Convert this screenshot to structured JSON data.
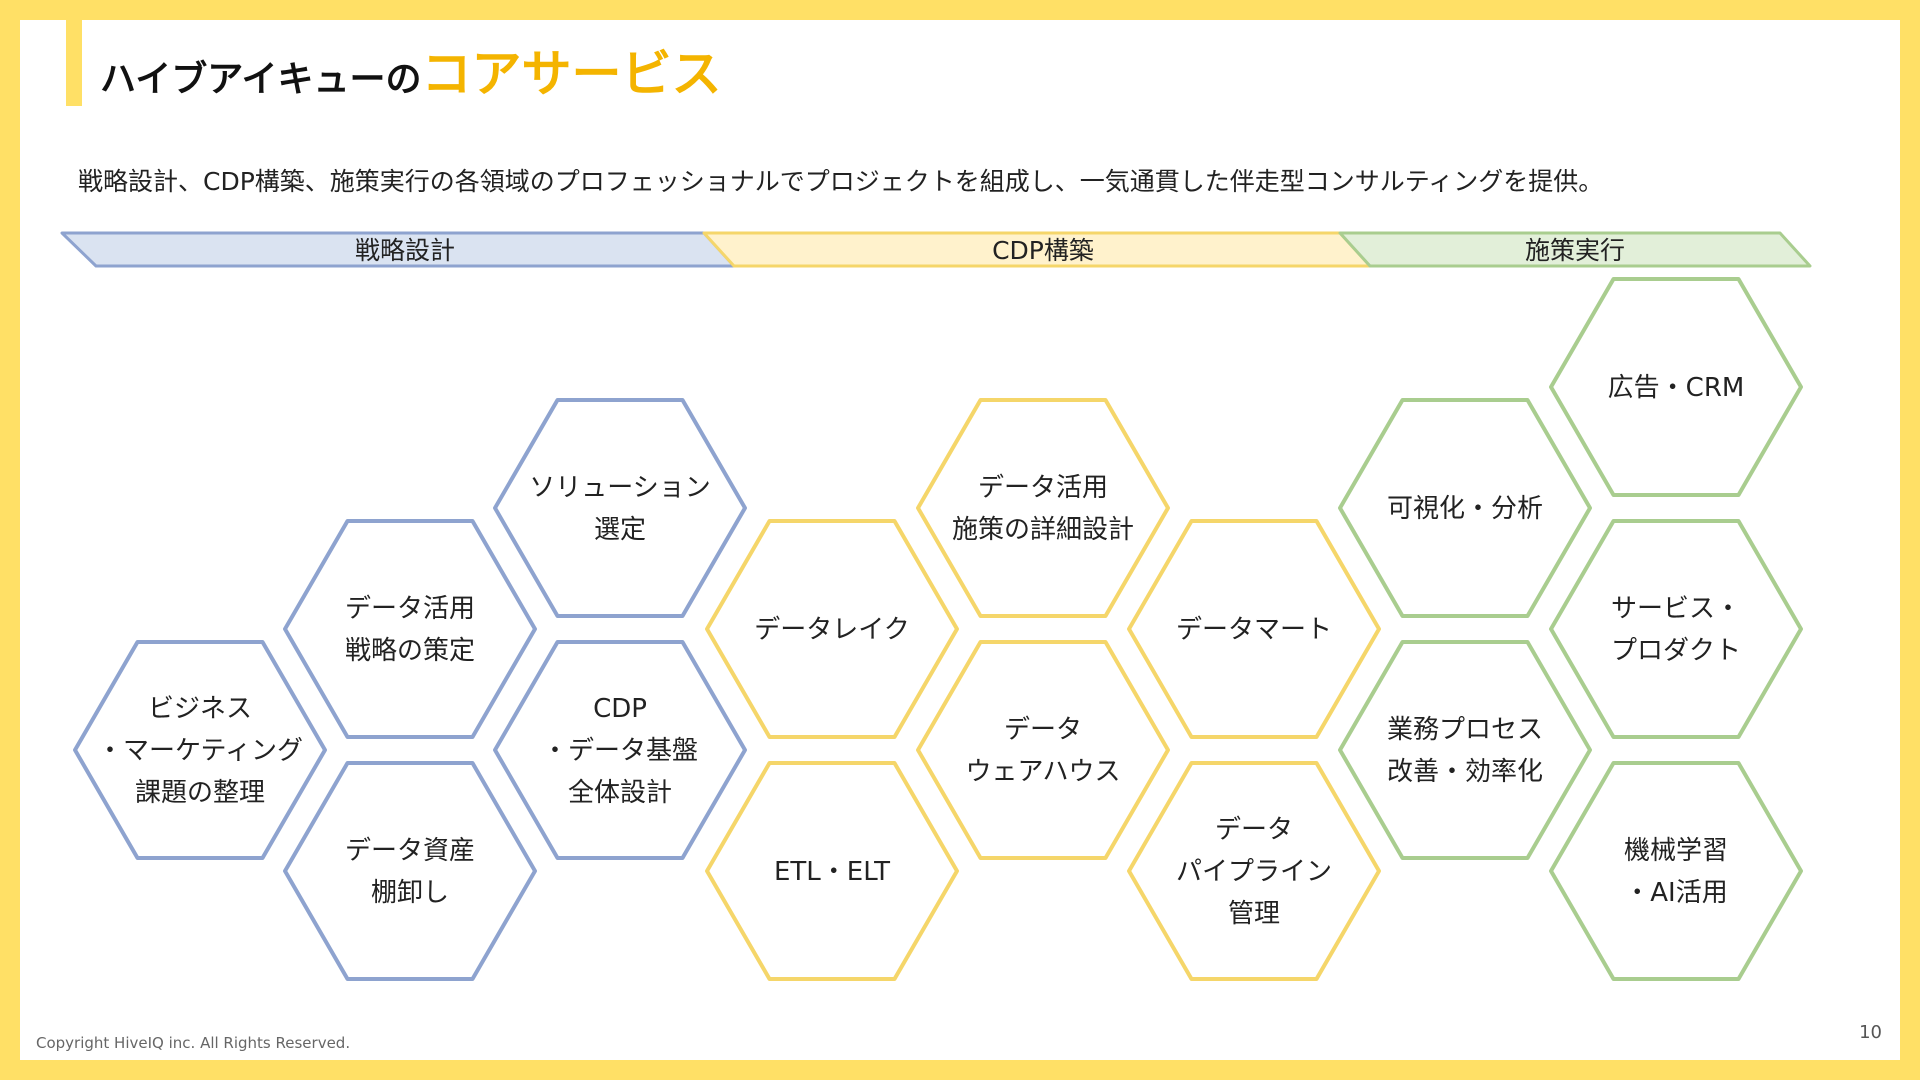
{
  "slide": {
    "title_prefix": "ハイブアイキューの",
    "title_highlight": "コアサービス",
    "subtitle": "戦略設計、CDP構築、施策実行の各領域のプロフェッショナルでプロジェクトを組成し、一気通貫した伴走型コンサルティングを提供。",
    "copyright": "Copyright HiveIQ inc. All Rights Reserved.",
    "page_number": "10"
  },
  "colors": {
    "frame": "#ffe066",
    "title_accent": "#f4b400",
    "strategy_stroke": "#8ea3cf",
    "strategy_fill": "#dae3f1",
    "cdp_stroke": "#f5d66a",
    "cdp_fill": "#fff2cc",
    "execution_stroke": "#a9cd8f",
    "execution_fill": "#e2efd9"
  },
  "phases": [
    {
      "name": "戦略設計",
      "group": "strategy"
    },
    {
      "name": "CDP構築",
      "group": "cdp"
    },
    {
      "name": "施策実行",
      "group": "execution"
    }
  ],
  "hexagons": [
    {
      "group": "strategy",
      "lines": [
        "ビジネス",
        "・マーケティング",
        "課題の整理"
      ]
    },
    {
      "group": "strategy",
      "lines": [
        "データ活用",
        "戦略の策定"
      ]
    },
    {
      "group": "strategy",
      "lines": [
        "データ資産",
        "棚卸し"
      ]
    },
    {
      "group": "strategy",
      "lines": [
        "ソリューション",
        "選定"
      ]
    },
    {
      "group": "strategy",
      "lines": [
        "CDP",
        "・データ基盤",
        "全体設計"
      ]
    },
    {
      "group": "cdp",
      "lines": [
        "データレイク"
      ]
    },
    {
      "group": "cdp",
      "lines": [
        "ETL・ELT"
      ]
    },
    {
      "group": "cdp",
      "lines": [
        "データ活用",
        "施策の詳細設計"
      ]
    },
    {
      "group": "cdp",
      "lines": [
        "データ",
        "ウェアハウス"
      ]
    },
    {
      "group": "cdp",
      "lines": [
        "データマート"
      ]
    },
    {
      "group": "cdp",
      "lines": [
        "データ",
        "パイプライン",
        "管理"
      ]
    },
    {
      "group": "execution",
      "lines": [
        "可視化・分析"
      ]
    },
    {
      "group": "execution",
      "lines": [
        "業務プロセス",
        "改善・効率化"
      ]
    },
    {
      "group": "execution",
      "lines": [
        "広告・CRM"
      ]
    },
    {
      "group": "execution",
      "lines": [
        "サービス・",
        "プロダクト"
      ]
    },
    {
      "group": "execution",
      "lines": [
        "機械学習",
        "・AI活用"
      ]
    }
  ]
}
